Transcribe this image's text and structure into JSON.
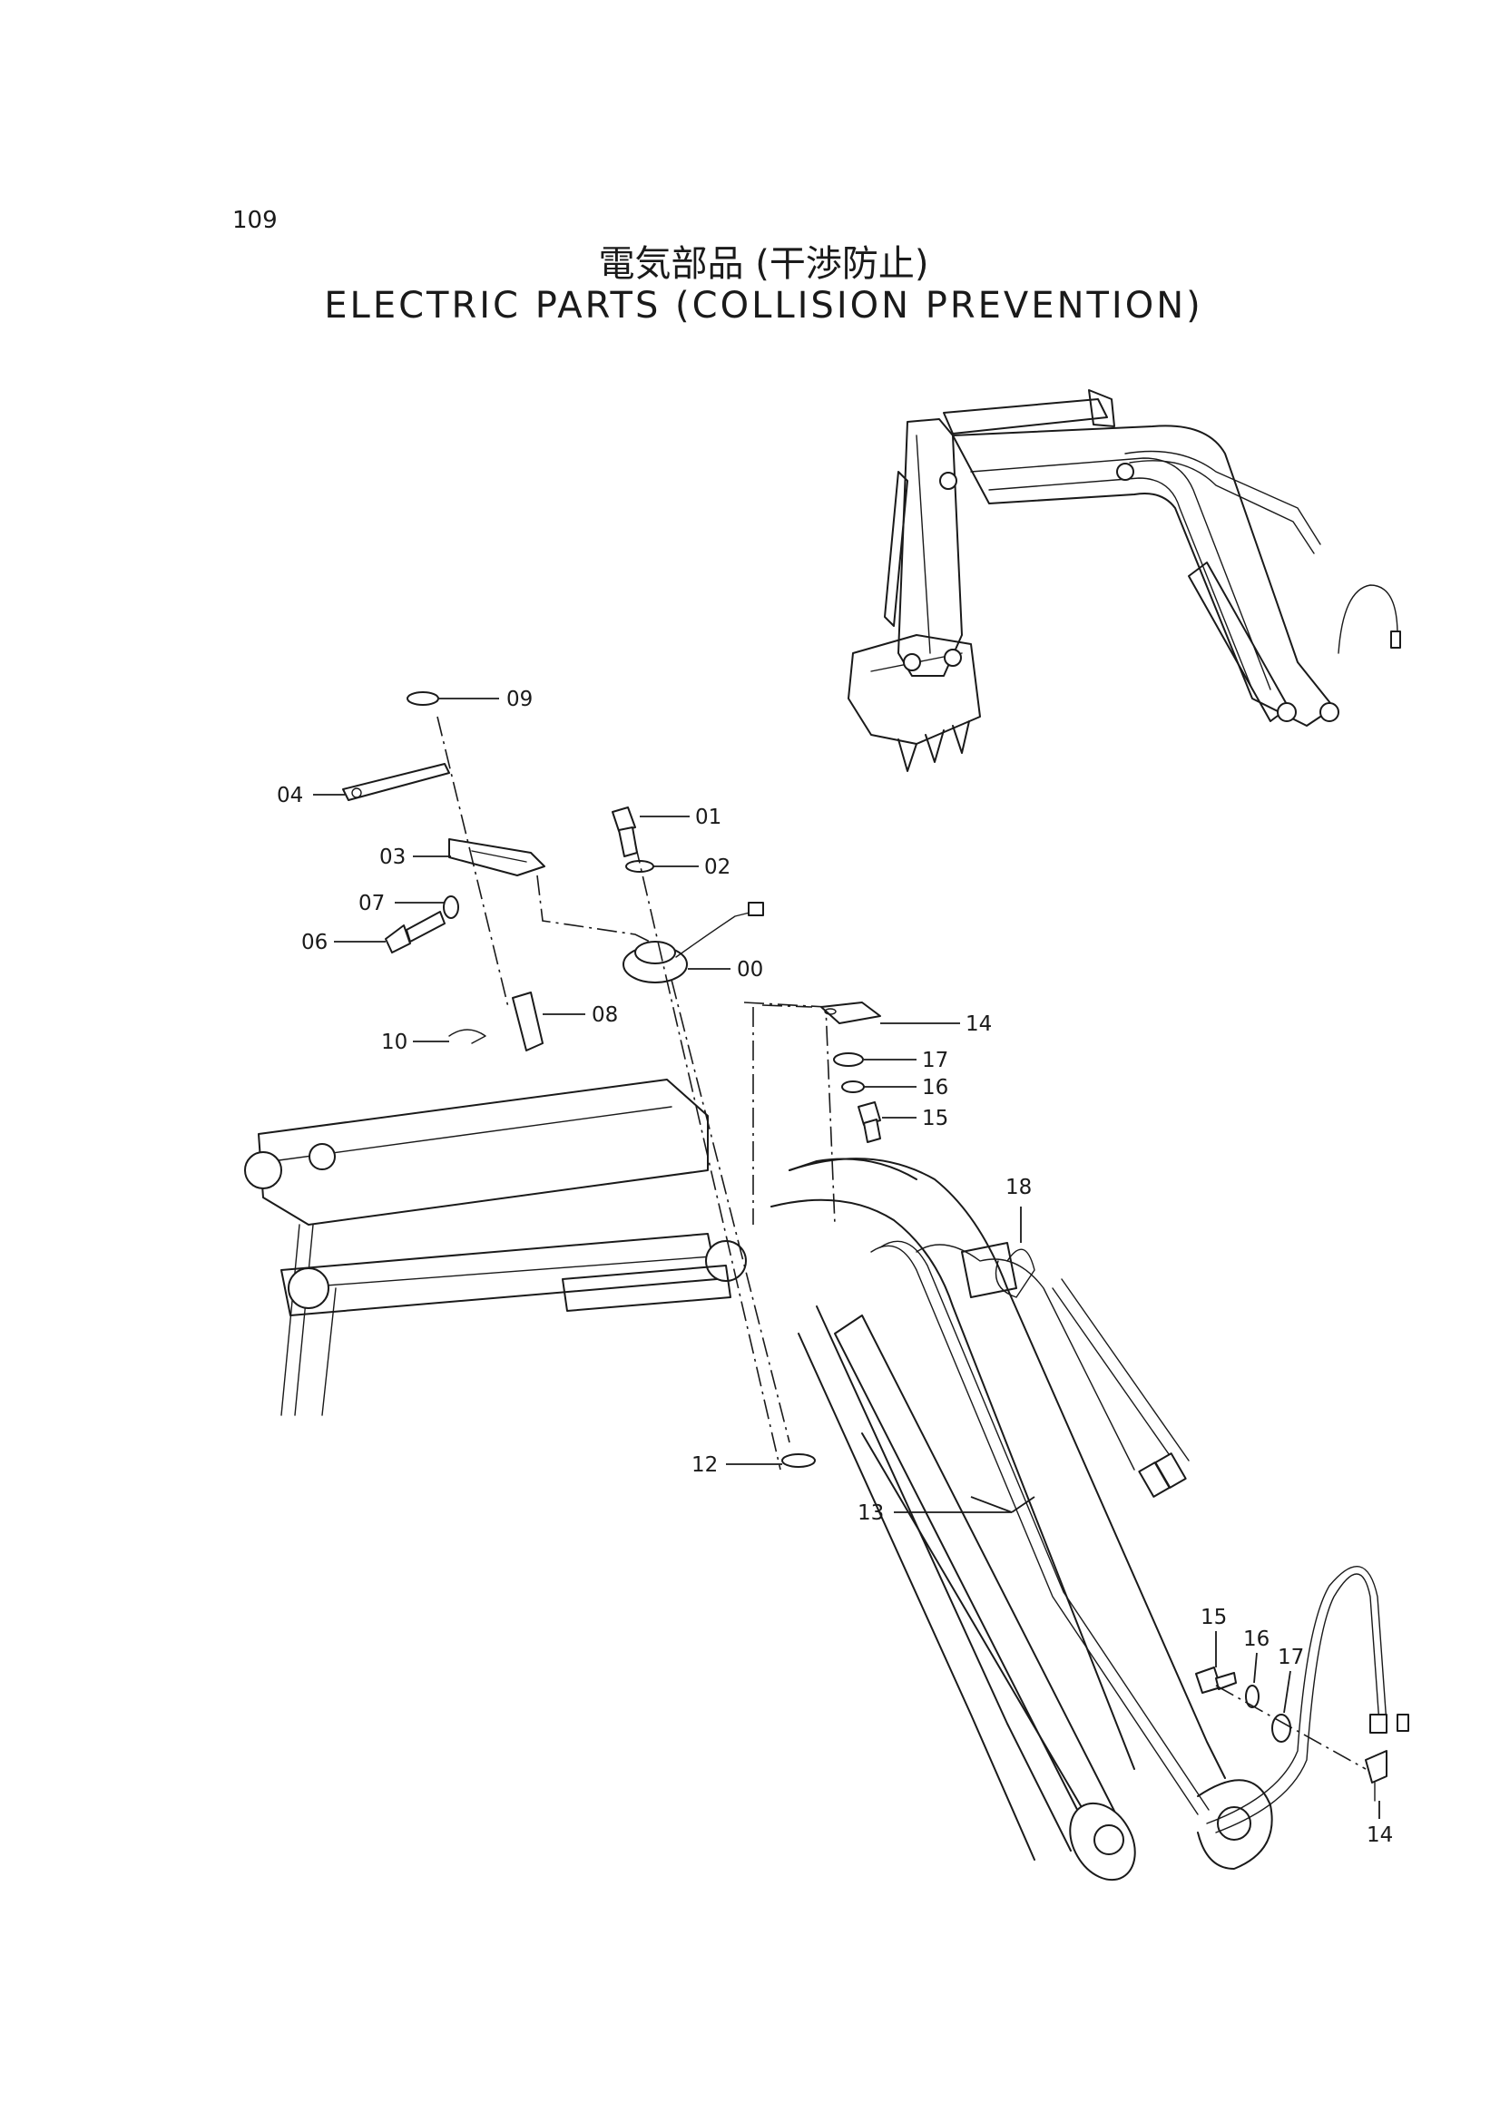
{
  "page": {
    "number": "109",
    "title_jp": "電気部品 (干渉防止)",
    "title_en": "ELECTRIC PARTS (COLLISION PREVENTION)"
  },
  "callouts": [
    {
      "id": "c09",
      "label": "09"
    },
    {
      "id": "c04",
      "label": "04"
    },
    {
      "id": "c01",
      "label": "01"
    },
    {
      "id": "c03",
      "label": "03"
    },
    {
      "id": "c02",
      "label": "02"
    },
    {
      "id": "c07",
      "label": "07"
    },
    {
      "id": "c06",
      "label": "06"
    },
    {
      "id": "c00",
      "label": "00"
    },
    {
      "id": "c10",
      "label": "10"
    },
    {
      "id": "c08",
      "label": "08"
    },
    {
      "id": "c14a",
      "label": "14"
    },
    {
      "id": "c17a",
      "label": "17"
    },
    {
      "id": "c16a",
      "label": "16"
    },
    {
      "id": "c15a",
      "label": "15"
    },
    {
      "id": "c18",
      "label": "18"
    },
    {
      "id": "c12",
      "label": "12"
    },
    {
      "id": "c13",
      "label": "13"
    },
    {
      "id": "c15b",
      "label": "15"
    },
    {
      "id": "c16b",
      "label": "16"
    },
    {
      "id": "c17b",
      "label": "17"
    },
    {
      "id": "c14b",
      "label": "14"
    }
  ]
}
